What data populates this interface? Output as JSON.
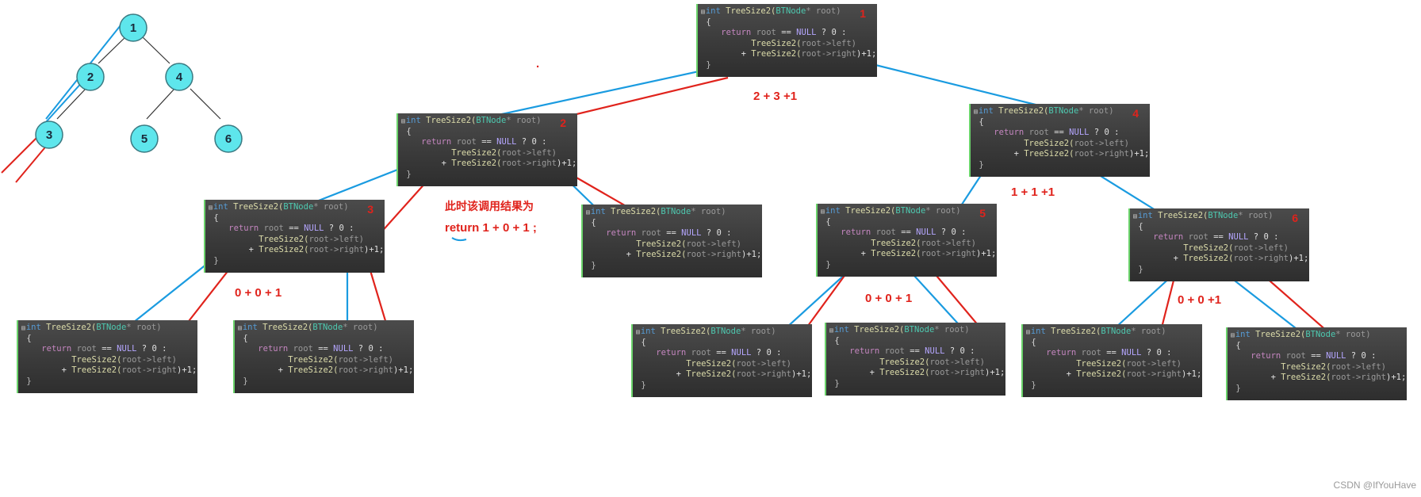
{
  "tree": {
    "nodes": [
      {
        "label": "1"
      },
      {
        "label": "2"
      },
      {
        "label": "3"
      },
      {
        "label": "4"
      },
      {
        "label": "5"
      },
      {
        "label": "6"
      }
    ]
  },
  "code": {
    "sig_kw": "int",
    "sig_fn": "TreeSize2(",
    "sig_type": "BTNode",
    "sig_param": "* root)",
    "open_brace": "{",
    "ret_kw": "return",
    "ret_root": "root",
    "ret_eq": "==",
    "ret_null": "NULL",
    "ret_tail": "? 0 :",
    "left_call": "TreeSize2(",
    "left_arg": "root->left)",
    "right_plus": "+",
    "right_call": "TreeSize2(",
    "right_arg": "root->right",
    "right_tail": ")+1;",
    "close_brace": "}"
  },
  "boxes": [
    {
      "num": "1"
    },
    {
      "num": "2"
    },
    {
      "num": "4"
    },
    {
      "num": "3"
    },
    {
      "num": ""
    },
    {
      "num": "5"
    },
    {
      "num": "6"
    },
    {
      "num": ""
    },
    {
      "num": ""
    },
    {
      "num": ""
    },
    {
      "num": ""
    },
    {
      "num": ""
    },
    {
      "num": ""
    }
  ],
  "annotations": {
    "sum_root": "2 + 3 +1",
    "sum_node4": "1 + 1 +1",
    "sum_node3": "0 + 0 + 1",
    "sum_node5": "0 + 0 + 1",
    "sum_node6": "0 + 0 +1",
    "note_line1": "此时该调用结果为",
    "note_line2": "return 1 + 0 + 1 ;",
    "dot": "."
  },
  "watermark": "CSDN @IfYouHave",
  "colors": {
    "blue_line": "#1a9be0",
    "red_line": "#e0231c",
    "node_fill": "#5ee6ec"
  }
}
